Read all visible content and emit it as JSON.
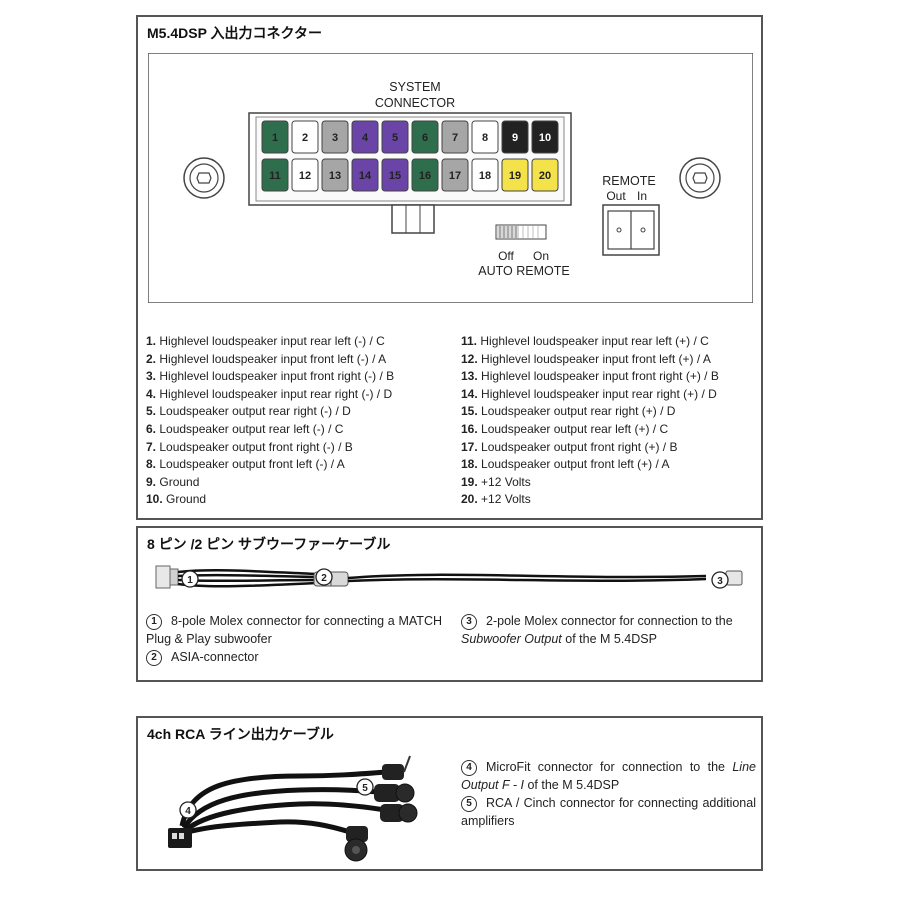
{
  "section1": {
    "title": "M5.4DSP 入出力コネクター",
    "system_connector_label": [
      "SYSTEM",
      "CONNECTOR"
    ],
    "remote_label": "REMOTE",
    "remote_out": "Out",
    "remote_in": "In",
    "auto_remote_off": "Off",
    "auto_remote_on": "On",
    "auto_remote_label": "AUTO REMOTE",
    "pins_top": [
      "1",
      "2",
      "3",
      "4",
      "5",
      "6",
      "7",
      "8",
      "9",
      "10"
    ],
    "pins_bottom": [
      "11",
      "12",
      "13",
      "14",
      "15",
      "16",
      "17",
      "18",
      "19",
      "20"
    ],
    "pin_colors_top": [
      "#2e6e4d",
      "#ffffff",
      "#a6a6a6",
      "#6a44a6",
      "#6a44a6",
      "#2e6e4d",
      "#a6a6a6",
      "#ffffff",
      "#222222",
      "#222222"
    ],
    "pin_colors_bottom": [
      "#2e6e4d",
      "#ffffff",
      "#a6a6a6",
      "#6a44a6",
      "#6a44a6",
      "#2e6e4d",
      "#a6a6a6",
      "#ffffff",
      "#f4e24a",
      "#f4e24a"
    ],
    "pin_text_colors_top": [
      "#222222",
      "#222222",
      "#222222",
      "#222222",
      "#222222",
      "#222222",
      "#222222",
      "#222222",
      "#ffffff",
      "#ffffff"
    ],
    "pin_text_colors_bottom": [
      "#222222",
      "#222222",
      "#222222",
      "#222222",
      "#222222",
      "#222222",
      "#222222",
      "#222222",
      "#222222",
      "#222222"
    ],
    "left_list": [
      {
        "num": "1.",
        "text": "Highlevel loudspeaker input rear left (-) / C"
      },
      {
        "num": "2.",
        "text": "Highlevel loudspeaker input front left (-) / A"
      },
      {
        "num": "3.",
        "text": "Highlevel loudspeaker input front right (-) / B"
      },
      {
        "num": "4.",
        "text": "Highlevel loudspeaker input rear right (-) / D"
      },
      {
        "num": "5.",
        "text": "Loudspeaker output rear right (-) / D"
      },
      {
        "num": "6.",
        "text": "Loudspeaker output rear left (-) / C"
      },
      {
        "num": "7.",
        "text": "Loudspeaker output front right (-) / B"
      },
      {
        "num": "8.",
        "text": "Loudspeaker output front left (-) / A"
      },
      {
        "num": "9.",
        "text": "Ground"
      },
      {
        "num": "10.",
        "text": "Ground"
      }
    ],
    "right_list": [
      {
        "num": "11.",
        "text": "Highlevel loudspeaker input rear left (+) / C"
      },
      {
        "num": "12.",
        "text": "Highlevel loudspeaker input front left (+) / A"
      },
      {
        "num": "13.",
        "text": "Highlevel loudspeaker input front right (+) / B"
      },
      {
        "num": "14.",
        "text": "Highlevel loudspeaker input rear right (+) / D"
      },
      {
        "num": "15.",
        "text": "Loudspeaker output rear right (+) / D"
      },
      {
        "num": "16.",
        "text": "Loudspeaker output rear left (+) / C"
      },
      {
        "num": "17.",
        "text": "Loudspeaker output front right (+) / B"
      },
      {
        "num": "18.",
        "text": "Loudspeaker output front left (+) / A"
      },
      {
        "num": "19.",
        "text": "+12 Volts"
      },
      {
        "num": "20.",
        "text": "+12 Volts"
      }
    ]
  },
  "section2": {
    "title": "8 ピン /2 ピン サブウーファーケーブル",
    "callouts": [
      "1",
      "2",
      "3"
    ],
    "note1_num": "1",
    "note1_text": "8-pole Molex connector for connecting a MATCH Plug & Play subwoofer",
    "note2_num": "2",
    "note2_text": "ASIA-connector",
    "note3_num": "3",
    "note3_pre": "2-pole Molex connector for connection to the",
    "note3_italic": "Subwoofer Output",
    "note3_post": "of the M 5.4DSP"
  },
  "section3": {
    "title": "4ch RCA ライン出力ケーブル",
    "callouts": [
      "4",
      "5"
    ],
    "note4_num": "4",
    "note4_pre": "MicroFit connector for connection to the",
    "note4_italic": "Line Output F - I",
    "note4_post": "of the M 5.4DSP",
    "note5_num": "5",
    "note5_text": "RCA / Cinch connector for connecting additional amplifiers"
  },
  "colors": {
    "green": "#2e6e4d",
    "purple": "#6a44a6",
    "grey": "#a6a6a6",
    "black": "#222222",
    "yellow": "#f4e24a"
  }
}
